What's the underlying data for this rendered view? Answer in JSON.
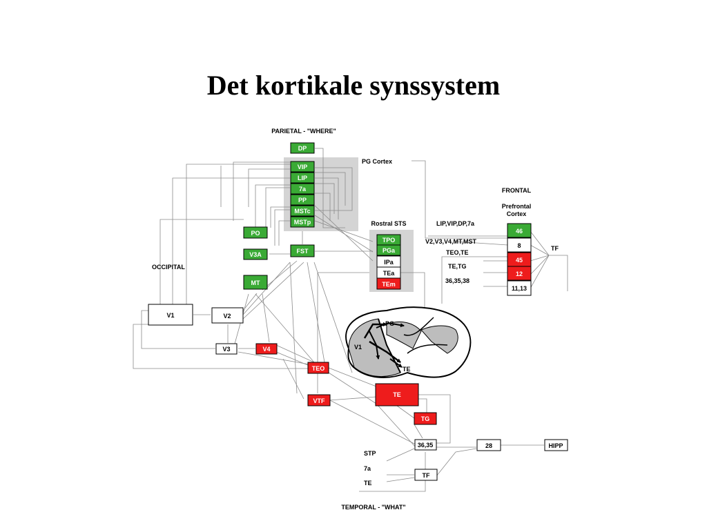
{
  "title": "Det kortikale synssystem",
  "colors": {
    "green": "#3aaa35",
    "red": "#ee1c1c",
    "white": "#ffffff",
    "gray": "#d4d4d4",
    "border": "#000000"
  },
  "region_labels": {
    "parietal": "PARIETAL - \"WHERE\"",
    "temporal": "TEMPORAL - \"WHAT\"",
    "occipital": "OCCIPITAL",
    "frontal": "FRONTAL",
    "prefrontal_line1": "Prefrontal",
    "prefrontal_line2": "Cortex",
    "pg_cortex": "PG Cortex",
    "rostral_sts": "Rostral STS",
    "tf_right": "TF"
  },
  "areas": [
    {
      "id": "DP",
      "label": "DP",
      "color": "green"
    },
    {
      "id": "VIP",
      "label": "VIP",
      "color": "green"
    },
    {
      "id": "LIP",
      "label": "LIP",
      "color": "green"
    },
    {
      "id": "7a",
      "label": "7a",
      "color": "green"
    },
    {
      "id": "PP",
      "label": "PP",
      "color": "green"
    },
    {
      "id": "MSTc",
      "label": "MSTc",
      "color": "green"
    },
    {
      "id": "MSTp",
      "label": "MSTp",
      "color": "green"
    },
    {
      "id": "PO",
      "label": "PO",
      "color": "green"
    },
    {
      "id": "V3A",
      "label": "V3A",
      "color": "green"
    },
    {
      "id": "MT",
      "label": "MT",
      "color": "green"
    },
    {
      "id": "FST",
      "label": "FST",
      "color": "green"
    },
    {
      "id": "V1",
      "label": "V1",
      "color": "white"
    },
    {
      "id": "V2",
      "label": "V2",
      "color": "white"
    },
    {
      "id": "V3",
      "label": "V3",
      "color": "white"
    },
    {
      "id": "V4",
      "label": "V4",
      "color": "red"
    },
    {
      "id": "TEO",
      "label": "TEO",
      "color": "red"
    },
    {
      "id": "VTF",
      "label": "VTF",
      "color": "red"
    },
    {
      "id": "TE",
      "label": "TE",
      "color": "red"
    },
    {
      "id": "TG",
      "label": "TG",
      "color": "red"
    },
    {
      "id": "TPO",
      "label": "TPO",
      "color": "green"
    },
    {
      "id": "PGa",
      "label": "PGa",
      "color": "green"
    },
    {
      "id": "IPa",
      "label": "IPa",
      "color": "white"
    },
    {
      "id": "TEa",
      "label": "TEa",
      "color": "white"
    },
    {
      "id": "TEm",
      "label": "TEm",
      "color": "red"
    },
    {
      "id": "P46",
      "label": "46",
      "color": "green"
    },
    {
      "id": "P8",
      "label": "8",
      "color": "white"
    },
    {
      "id": "P45",
      "label": "45",
      "color": "red"
    },
    {
      "id": "P12",
      "label": "12",
      "color": "red"
    },
    {
      "id": "P1113",
      "label": "11,13",
      "color": "white"
    },
    {
      "id": "A3635",
      "label": "36,35",
      "color": "white"
    },
    {
      "id": "A28",
      "label": "28",
      "color": "white"
    },
    {
      "id": "HIPP",
      "label": "HIPP",
      "color": "white"
    },
    {
      "id": "TFb",
      "label": "TF",
      "color": "white"
    }
  ],
  "connection_labels": {
    "lip_vip": "LIP,VIP,DP,7a",
    "v2_v3": "V2,V3,V4,MT,MST",
    "teo_te": "TEO,TE",
    "te_tg": "TE,TG",
    "n363538": "36,35,38",
    "stp": "STP",
    "a7a": "7a",
    "te": "TE"
  },
  "brain_labels": {
    "pg": "PG",
    "v1": "V1",
    "te": "TE"
  }
}
